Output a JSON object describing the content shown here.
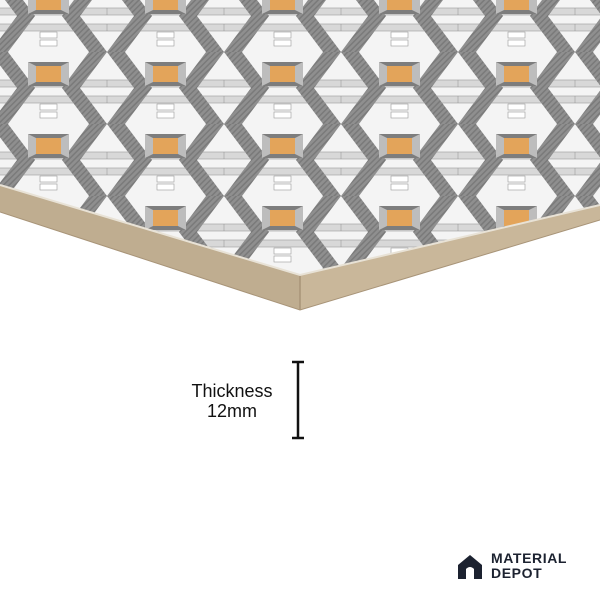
{
  "product": {
    "tile_colors": {
      "base": "#f4f4f4",
      "pattern_grey": "#8a8a8a",
      "pattern_dark": "#6f6f6f",
      "accent_orange": "#e3a45a",
      "edge_beige": "#c9b79a",
      "edge_shadow": "#a89478"
    }
  },
  "thickness": {
    "label": "Thickness",
    "value": "12mm"
  },
  "brand": {
    "line1": "MATERIAL",
    "line2": "DEPOT",
    "icon": "house-icon",
    "color": "#1c2230"
  }
}
